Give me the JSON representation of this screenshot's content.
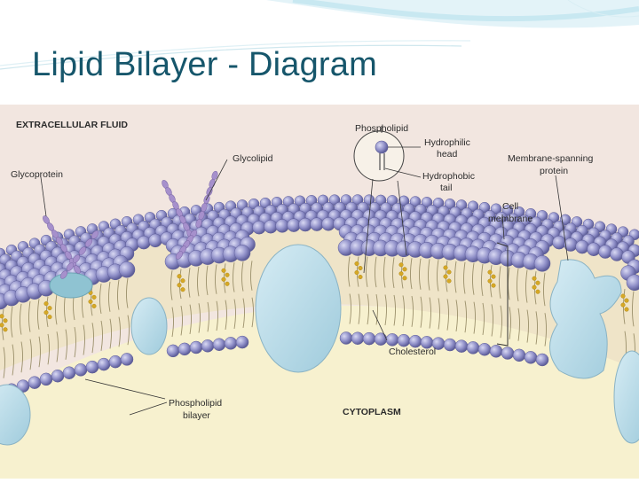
{
  "slide": {
    "title": "Lipid Bilayer - Diagram"
  },
  "diagram": {
    "labels": {
      "extracellular_fluid": "EXTRACELLULAR FLUID",
      "phospholipid": "Phospholipid",
      "hydrophilic_head_1": "Hydrophilic",
      "hydrophilic_head_2": "head",
      "hydrophobic_tail_1": "Hydrophobic",
      "hydrophobic_tail_2": "tail",
      "glycolipid": "Glycolipid",
      "glycoprotein": "Glycoprotein",
      "membrane_spanning_protein_1": "Membrane-spanning",
      "membrane_spanning_protein_2": "protein",
      "cell_membrane_1": "Cell",
      "cell_membrane_2": "membrane",
      "cholesterol": "Cholesterol",
      "phospholipid_bilayer_1": "Phospholipid",
      "phospholipid_bilayer_2": "bilayer",
      "cytoplasm": "CYTOPLASM"
    },
    "colors": {
      "background": "#f2e6e0",
      "cytoplasm": "#f7f1cf",
      "head_fill": "#8f8fc8",
      "head_stroke": "#5d5d98",
      "tail": "#9a8f6a",
      "cholesterol": "#d6a825",
      "protein": "#b8dbe8",
      "protein_stroke": "#8ab3c4",
      "carbohydrate": "#a690cc",
      "title": "#16566b"
    }
  }
}
